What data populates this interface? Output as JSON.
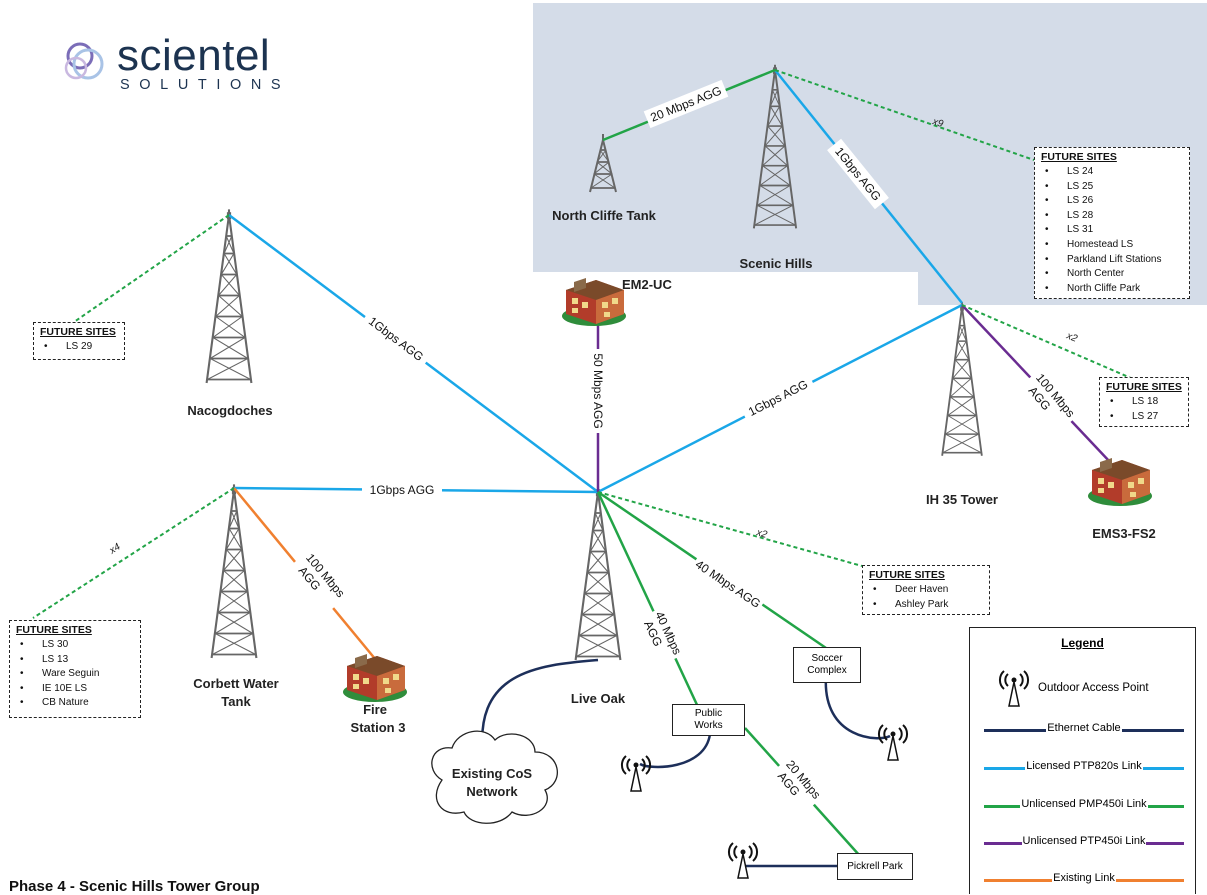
{
  "logo": {
    "name": "scientel",
    "tagline": "SOLUTIONS"
  },
  "footer_title": "Phase 4 - Scenic Hills Tower Group",
  "sites": {
    "north_cliffe": "North Cliffe Tank",
    "scenic_hills": "Scenic Hills",
    "em2": "EM2-UC",
    "nacogdoches": "Nacogdoches",
    "ih35": "IH 35 Tower",
    "ems3": "EMS3-FS2",
    "corbett_l1": "Corbett Water",
    "corbett_l2": "Tank",
    "fire_l1": "Fire",
    "fire_l2": "Station 3",
    "live_oak": "Live Oak",
    "cos_l1": "Existing CoS",
    "cos_l2": "Network"
  },
  "links": {
    "nc_sh": "20 Mbps AGG",
    "sh_ih35": "1Gbps AGG",
    "nac_lo": "1Gbps AGG",
    "em2_lo": "50 Mbps AGG",
    "ih35_lo": "1Gbps AGG",
    "ih35_ems3_l1": "100 Mbps",
    "ih35_ems3_l2": "AGG",
    "cor_lo": "1Gbps AGG",
    "cor_fire_l1": "100 Mbps",
    "cor_fire_l2": "AGG",
    "lo_soccer": "40 Mbps AGG",
    "lo_pw_l1": "40 Mbps",
    "lo_pw_l2": "AGG",
    "pw_pick_l1": "20 Mbps",
    "pw_pick_l2": "AGG"
  },
  "multipliers": {
    "scenic": "x9",
    "ih35": "x2",
    "corbett": "x4",
    "liveoak": "x2"
  },
  "future_sites": {
    "scenic": {
      "title": "FUTURE SITES",
      "items": [
        "LS 24",
        "LS 25",
        "LS 26",
        "LS 28",
        "LS 31",
        "Homestead LS",
        "Parkland Lift Stations",
        "North Center",
        "North Cliffe Park"
      ]
    },
    "nacogdoches": {
      "title": "FUTURE SITES",
      "items": [
        "LS 29"
      ]
    },
    "ih35": {
      "title": "FUTURE SITES",
      "items": [
        "LS 18",
        "LS 27"
      ]
    },
    "liveoak": {
      "title": "FUTURE SITES",
      "items": [
        "Deer Haven",
        "Ashley Park"
      ]
    },
    "corbett": {
      "title": "FUTURE SITES",
      "items": [
        "LS 30",
        "LS 13",
        "Ware Seguin",
        "IE 10E LS",
        "CB Nature"
      ]
    }
  },
  "endpoints": {
    "soccer_l1": "Soccer",
    "soccer_l2": "Complex",
    "pw_l1": "Public",
    "pw_l2": "Works",
    "pickrell": "Pickrell Park"
  },
  "legend": {
    "title": "Legend",
    "ap": "Outdoor Access Point",
    "ethernet": "Ethernet Cable",
    "licensed": "Licensed PTP820s Link",
    "pmp": "Unlicensed PMP450i Link",
    "ptp": "Unlicensed PTP450i Link",
    "existing": "Existing Link"
  },
  "colors": {
    "licensed": "#1aa7e8",
    "pmp": "#22a447",
    "ptp": "#6a2c91",
    "existing": "#f08030",
    "ethernet": "#1d2f5a",
    "region": "#d4dce8",
    "tower": "#666666"
  },
  "icons": [
    "building-icon",
    "access-point-icon",
    "tower-icon",
    "cloud-icon",
    "logo-icon"
  ]
}
